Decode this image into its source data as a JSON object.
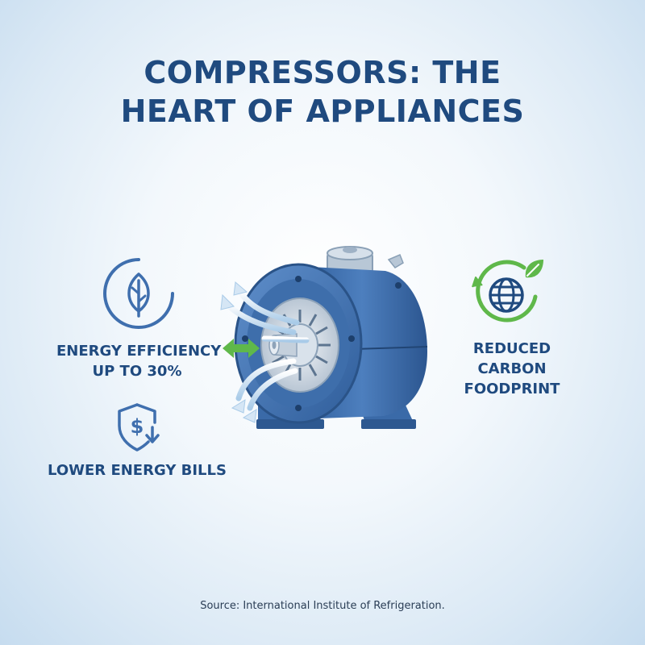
{
  "title": {
    "line1": "COMPRESSORS: THE",
    "line2": "HEART OF APPLIANCES"
  },
  "benefits": {
    "energy_efficiency": {
      "line1": "ENERGY EFFICIENCY",
      "line2": "UP TO 30%",
      "icon": "leaf-circle-icon"
    },
    "energy_bills": {
      "line1": "LOWER ENERGY BILLS",
      "icon": "dollar-shield-down-icon"
    },
    "carbon": {
      "line1": "REDUCED",
      "line2": "CARBON",
      "line3": "FOODPRINT",
      "icon": "globe-recycle-leaf-icon"
    }
  },
  "illustration": {
    "name": "compressor-illustration"
  },
  "colors": {
    "navy": "#1f4a7f",
    "blue": "#3f6fae",
    "green": "#5fb84a",
    "background": "#eef5fb"
  },
  "footer": {
    "source": "Source: International Institute of Refrigeration."
  }
}
